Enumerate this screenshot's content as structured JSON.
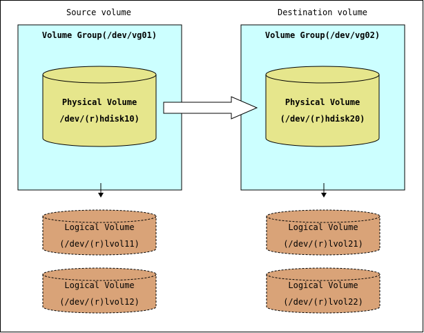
{
  "source": {
    "header": "Source volume",
    "group_label": "Volume Group(/dev/vg01)",
    "physical_volume": {
      "line1": "Physical Volume",
      "line2": "/dev/(r)hdisk10)"
    },
    "logical_volumes": [
      {
        "line1": "Logical Volume",
        "line2": "(/dev/(r)lvol11)"
      },
      {
        "line1": "Logical Volume",
        "line2": "(/dev/(r)lvol12)"
      }
    ]
  },
  "destination": {
    "header": "Destination volume",
    "group_label": "Volume Group(/dev/vg02)",
    "physical_volume": {
      "line1": "Physical Volume",
      "line2": "(/dev/(r)hdisk20)"
    },
    "logical_volumes": [
      {
        "line1": "Logical Volume",
        "line2": "(/dev/(r)lvol21)"
      },
      {
        "line1": "Logical Volume",
        "line2": "(/dev/(r)lvol22)"
      }
    ]
  },
  "colors": {
    "volume_group_fill": "#ccffff",
    "physical_volume_fill": "#e6e68c",
    "logical_volume_fill": "#d9a378",
    "arrow_fill": "#ffffff"
  }
}
